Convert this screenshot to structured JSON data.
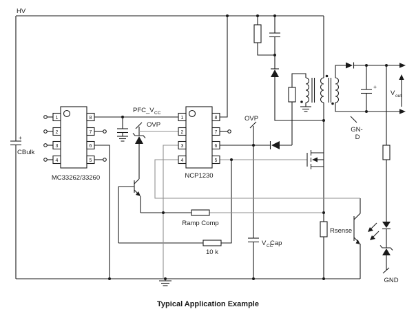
{
  "labels": {
    "hv": "HV",
    "plus": "+",
    "cbulk": "CBulk",
    "pfc_vcc_main": "PFC_V",
    "pfc_vcc_sub": "CC",
    "ovp_left": "OVP",
    "ovp_right": "OVP",
    "ramp_comp": "Ramp Comp",
    "r_10k": "10 k",
    "vcc_cap_v": "V",
    "vcc_cap_sub": "CC",
    "vcc_cap_rest": " Cap",
    "rsense": "Rsense",
    "gnd_wrap_line1": "GN-",
    "gnd_wrap_line2": "D",
    "vout_v": "V",
    "vout_sub": "out",
    "gnd": "GND",
    "title": "Typical Application Example"
  },
  "ic_left": {
    "name": "MC33262/33260",
    "pins_left": [
      "1",
      "2",
      "3",
      "4"
    ],
    "pins_right": [
      "8",
      "7",
      "6",
      "5"
    ]
  },
  "ic_right": {
    "name": "NCP1230",
    "pins_left": [
      "1",
      "2",
      "3",
      "4"
    ],
    "pins_right": [
      "8",
      "7",
      "6",
      "5"
    ]
  },
  "colors": {
    "wire": "#1a1a1a",
    "alt_wire": "#8f8f8f",
    "background": "#ffffff"
  }
}
